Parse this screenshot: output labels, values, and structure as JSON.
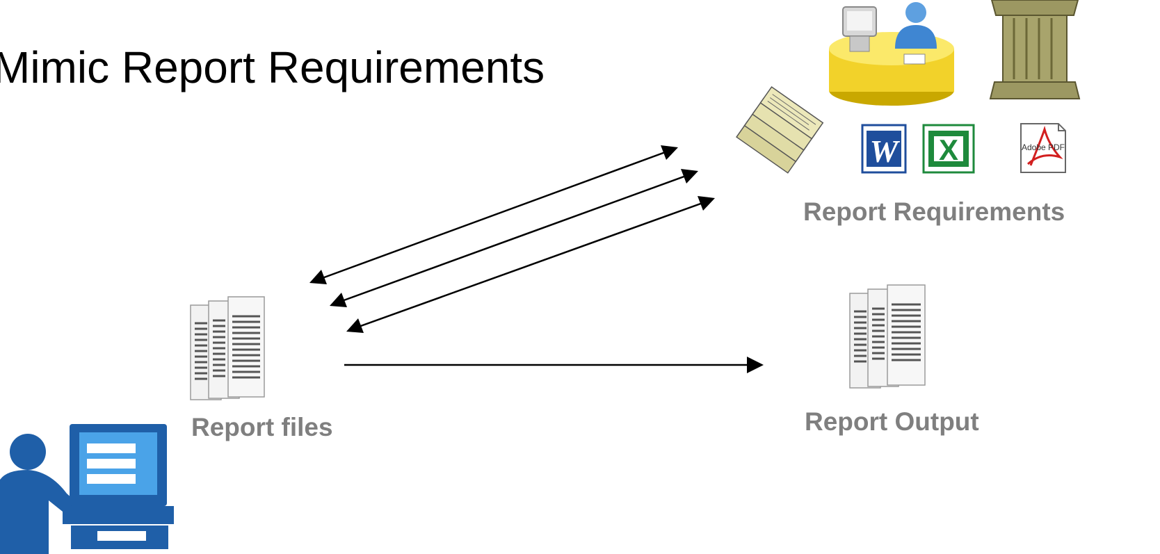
{
  "title": "Mimic Report Requirements",
  "labels": {
    "report_requirements": "Report Requirements",
    "report_files": "Report files",
    "report_output": "Report Output"
  },
  "icons": {
    "word": "W",
    "excel": "X",
    "pdf": "Adobe PDF"
  },
  "colors": {
    "label_gray": "#7f7f7f",
    "desk_yellow": "#f7e04a",
    "user_blue": "#1f5fa8",
    "word_blue": "#1f4e9c",
    "excel_green": "#1e8a3c",
    "pdf_red": "#d21f1f",
    "column_olive": "#8a8650"
  }
}
